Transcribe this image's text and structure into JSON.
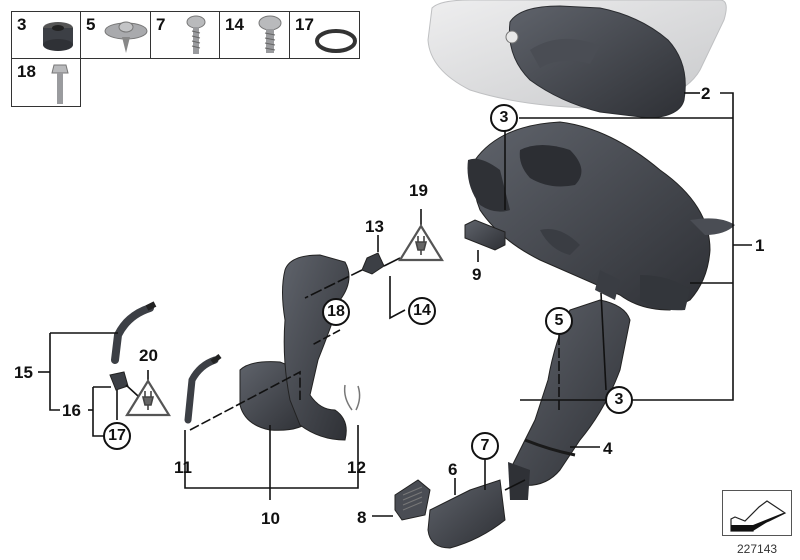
{
  "diagram": {
    "image_id": "227143",
    "colors": {
      "part_dark": "#3c3f45",
      "part_mid": "#55585f",
      "cover_light": "#d9dadc",
      "line": "#111111"
    },
    "small_parts_table": [
      {
        "number": "3",
        "icon": "rubber-grommet-icon"
      },
      {
        "number": "5",
        "icon": "washer-clip-icon"
      },
      {
        "number": "7",
        "icon": "self-tapping-screw-icon"
      },
      {
        "number": "14",
        "icon": "fillister-screw-icon"
      },
      {
        "number": "17",
        "icon": "o-ring-icon"
      },
      {
        "number": "18",
        "icon": "hex-bolt-icon"
      }
    ],
    "callouts": {
      "p1": "1",
      "p2": "2",
      "p3a": "3",
      "p3b": "3",
      "p4": "4",
      "p5": "5",
      "p6": "6",
      "p7": "7",
      "p8": "8",
      "p9": "9",
      "p10": "10",
      "p11": "11",
      "p12": "12",
      "p13": "13",
      "p14": "14",
      "p15": "15",
      "p16": "16",
      "p17": "17",
      "p18": "18",
      "p19": "19",
      "p20": "20"
    },
    "warning_icons": [
      {
        "number": "19",
        "icon": "electrical-plug-warning-icon"
      },
      {
        "number": "20",
        "icon": "electrical-plug-warning-icon"
      }
    ],
    "nav_button": {
      "icon": "arrow-back-icon"
    }
  }
}
